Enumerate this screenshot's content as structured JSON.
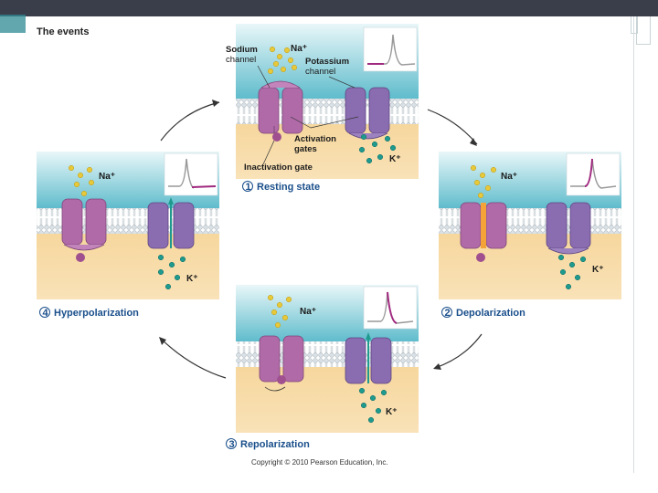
{
  "title": "The events",
  "labels": {
    "sodium_channel": "Sodium\nchannel",
    "potassium_channel": "Potassium\nchannel",
    "na_plus": "Na⁺",
    "k_plus": "K⁺",
    "activation_gates": "Activation\ngates",
    "inactivation_gate": "Inactivation gate"
  },
  "stages": [
    {
      "num": "1",
      "name": "Resting state"
    },
    {
      "num": "2",
      "name": "Depolarization"
    },
    {
      "num": "3",
      "name": "Repolarization"
    },
    {
      "num": "4",
      "name": "Hyperpolarization"
    }
  ],
  "copyright": "Copyright © 2010 Pearson Education, Inc.",
  "colors": {
    "extracellular": "#8fd3dc",
    "intracellular": "#f2cf8e",
    "sodium_channel": "#b06aa8",
    "potassium_channel": "#8a6cb0",
    "sodium_ion": "#e8c93a",
    "potassium_ion": "#1f9a8e",
    "stage_label": "#1a4f8b",
    "trace_highlight": "#a0297f"
  }
}
